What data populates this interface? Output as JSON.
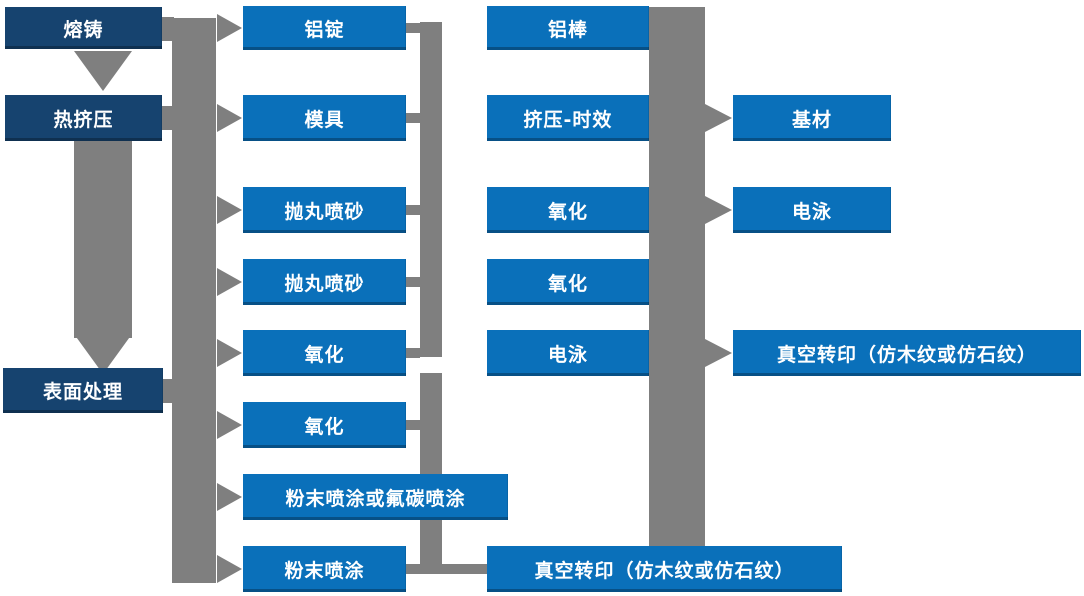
{
  "colors": {
    "box_blue": "#0a70ba",
    "box_navy": "#16436f",
    "connector_gray": "#7f7f7f",
    "text_white": "#ffffff",
    "background": "#ffffff"
  },
  "nodes": [
    {
      "id": "casting",
      "label": "熔铸"
    },
    {
      "id": "hot-extrusion",
      "label": "热挤压"
    },
    {
      "id": "surface-treatment",
      "label": "表面处理"
    },
    {
      "id": "aluminum-ingot",
      "label": "铝锭"
    },
    {
      "id": "mold",
      "label": "模具"
    },
    {
      "id": "shot-blasting-1",
      "label": "抛丸喷砂"
    },
    {
      "id": "shot-blasting-2",
      "label": "抛丸喷砂"
    },
    {
      "id": "oxidation-col2-1",
      "label": "氧化"
    },
    {
      "id": "oxidation-col2-2",
      "label": "氧化"
    },
    {
      "id": "powder-or-fluorocarbon-coating",
      "label": "粉末喷涂或氟碳喷涂"
    },
    {
      "id": "powder-coating",
      "label": "粉末喷涂"
    },
    {
      "id": "aluminum-rod",
      "label": "铝棒"
    },
    {
      "id": "extrusion-aging",
      "label": "挤压-时效"
    },
    {
      "id": "oxidation-col3-1",
      "label": "氧化"
    },
    {
      "id": "oxidation-col3-2",
      "label": "氧化"
    },
    {
      "id": "electrophoresis-col3",
      "label": "电泳"
    },
    {
      "id": "vacuum-transfer-print-bottom",
      "label": "真空转印（仿木纹或仿石纹）"
    },
    {
      "id": "base-material",
      "label": "基材"
    },
    {
      "id": "electrophoresis-col4",
      "label": "电泳"
    },
    {
      "id": "vacuum-transfer-print-right",
      "label": "真空转印（仿木纹或仿石纹）"
    }
  ],
  "edges": [
    {
      "from": "casting",
      "to": "hot-extrusion",
      "type": "down-arrow"
    },
    {
      "from": "hot-extrusion",
      "to": "surface-treatment",
      "type": "down-arrow"
    },
    {
      "from": "left-process-chain",
      "to": "aluminum-ingot",
      "type": "right-arrow"
    },
    {
      "from": "left-process-chain",
      "to": "mold",
      "type": "right-arrow"
    },
    {
      "from": "left-process-chain",
      "to": "shot-blasting-1",
      "type": "right-arrow"
    },
    {
      "from": "left-process-chain",
      "to": "shot-blasting-2",
      "type": "right-arrow"
    },
    {
      "from": "left-process-chain",
      "to": "oxidation-col2-1",
      "type": "right-arrow"
    },
    {
      "from": "left-process-chain",
      "to": "oxidation-col2-2",
      "type": "right-arrow"
    },
    {
      "from": "left-process-chain",
      "to": "powder-or-fluorocarbon-coating",
      "type": "right-arrow"
    },
    {
      "from": "left-process-chain",
      "to": "powder-coating",
      "type": "right-arrow"
    },
    {
      "from": "extrusion-aging",
      "to": "base-material",
      "type": "right-arrow"
    },
    {
      "from": "oxidation-col3-1",
      "to": "electrophoresis-col4",
      "type": "right-arrow"
    },
    {
      "from": "electrophoresis-col3",
      "to": "vacuum-transfer-print-right",
      "type": "right-arrow"
    }
  ]
}
